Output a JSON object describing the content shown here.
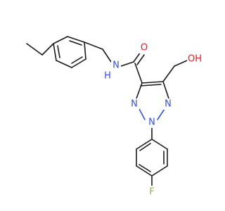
{
  "molecule": {
    "atoms": {
      "amide_o": "O",
      "amide_nh": "N",
      "amide_h": "H",
      "hydroxyl": "OH",
      "ring_n3": "N",
      "ring_n2": "N",
      "ring_n1": "N",
      "fluorine": "F"
    },
    "colors": {
      "carbon_bond": "#1a1a1a",
      "nitrogen": "#3050f8",
      "oxygen": "#e02020",
      "fluorine": "#90b848"
    }
  }
}
